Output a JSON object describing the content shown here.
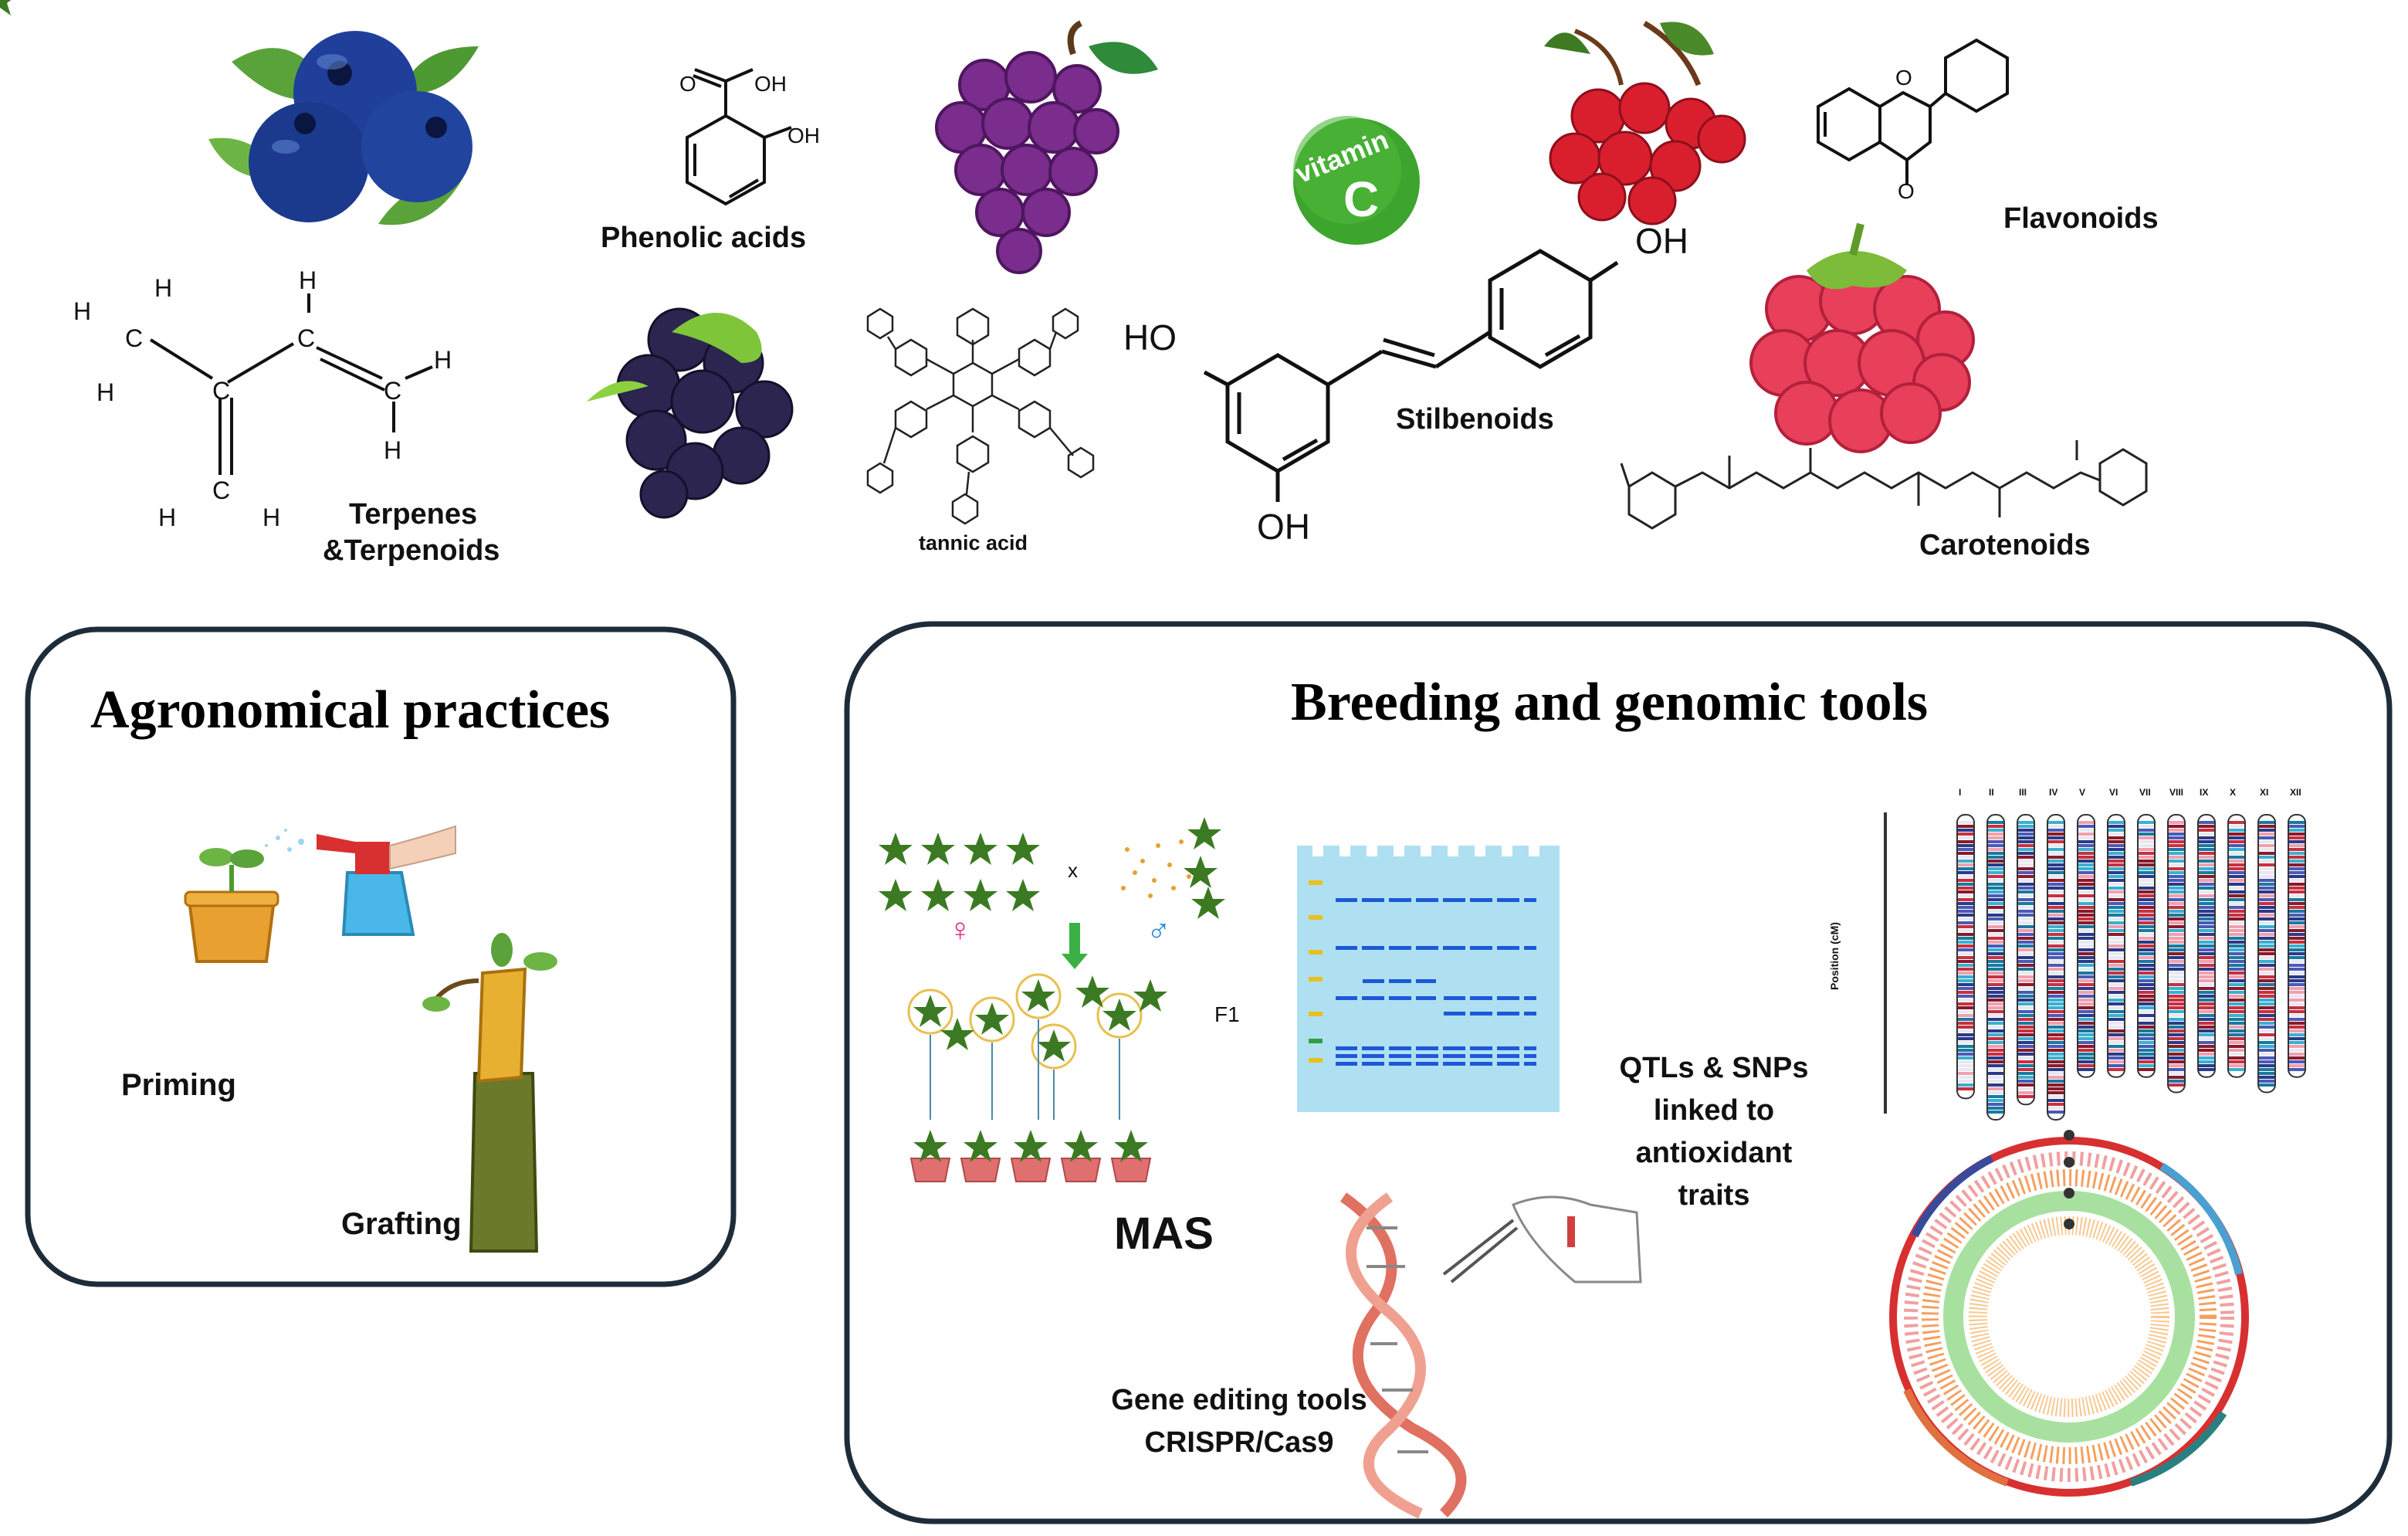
{
  "compounds": {
    "phenolic_acids": "Phenolic acids",
    "terpenes": [
      "Terpenes",
      "&Terpenoids"
    ],
    "tannic_acid": "tannic acid",
    "stilbenoids": "Stilbenoids",
    "flavonoids": "Flavonoids",
    "carotenoids": "Carotenoids",
    "vitamin_word": "vitamin",
    "vitamin_letter": "C"
  },
  "chem_atoms": {
    "O": "O",
    "OH": "OH",
    "HO": "HO",
    "H": "H",
    "C": "C"
  },
  "panels": {
    "agronomical": {
      "title": "Agronomical practices",
      "priming": "Priming",
      "grafting": "Grafting"
    },
    "breeding": {
      "title": "Breeding and genomic tools",
      "mas": "MAS",
      "cross_x": "x",
      "f1": "F1",
      "female_symbol": "♀",
      "male_symbol": "♂",
      "qtl_lines": [
        "QTLs & SNPs",
        "linked to",
        "antioxidant",
        "traits"
      ],
      "gene_editing": [
        "Gene editing tools",
        "CRISPR/Cas9"
      ],
      "chromosome_labels": [
        "I",
        "II",
        "III",
        "IV",
        "V",
        "VI",
        "VII",
        "VIII",
        "IX",
        "X",
        "XI",
        "XII"
      ],
      "axis_label": "Position (cM)"
    }
  },
  "colors": {
    "blueberry": "#1f3f9a",
    "grape": "#7a2d8c",
    "cranberry": "#d91f2e",
    "raspberry": "#e8405a",
    "blackberry": "#2b2550",
    "leaf": "#5aa33a",
    "vitamin": "#3da52e",
    "gel": "#aee0f2",
    "band": "#1d58d8",
    "panel_border": "#1e2c3a"
  }
}
